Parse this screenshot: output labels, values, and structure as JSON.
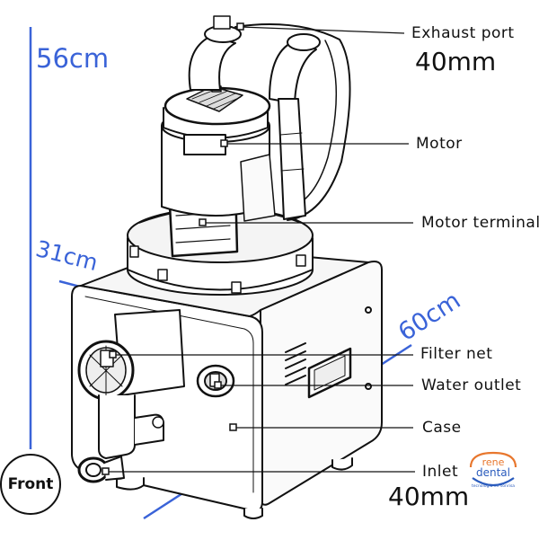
{
  "labels": {
    "exhaust_port": "Exhaust port",
    "exhaust_size": "40mm",
    "motor": "Motor",
    "motor_terminal": "Motor terminal",
    "filter_net": "Filter net",
    "water_outlet": "Water outlet",
    "case": "Case",
    "inlet": "Inlet",
    "inlet_size": "40mm",
    "front": "Front"
  },
  "dimensions": {
    "height": "56cm",
    "depth": "31cm",
    "width": "60cm"
  },
  "logo": {
    "line1": "rene",
    "line2": "dental",
    "tagline": "tecnología en sonrisa"
  },
  "colors": {
    "dimension_blue": "#3a63d8",
    "line_black": "#111111",
    "logo_orange": "#e8772e",
    "logo_blue": "#2a5bbd"
  }
}
